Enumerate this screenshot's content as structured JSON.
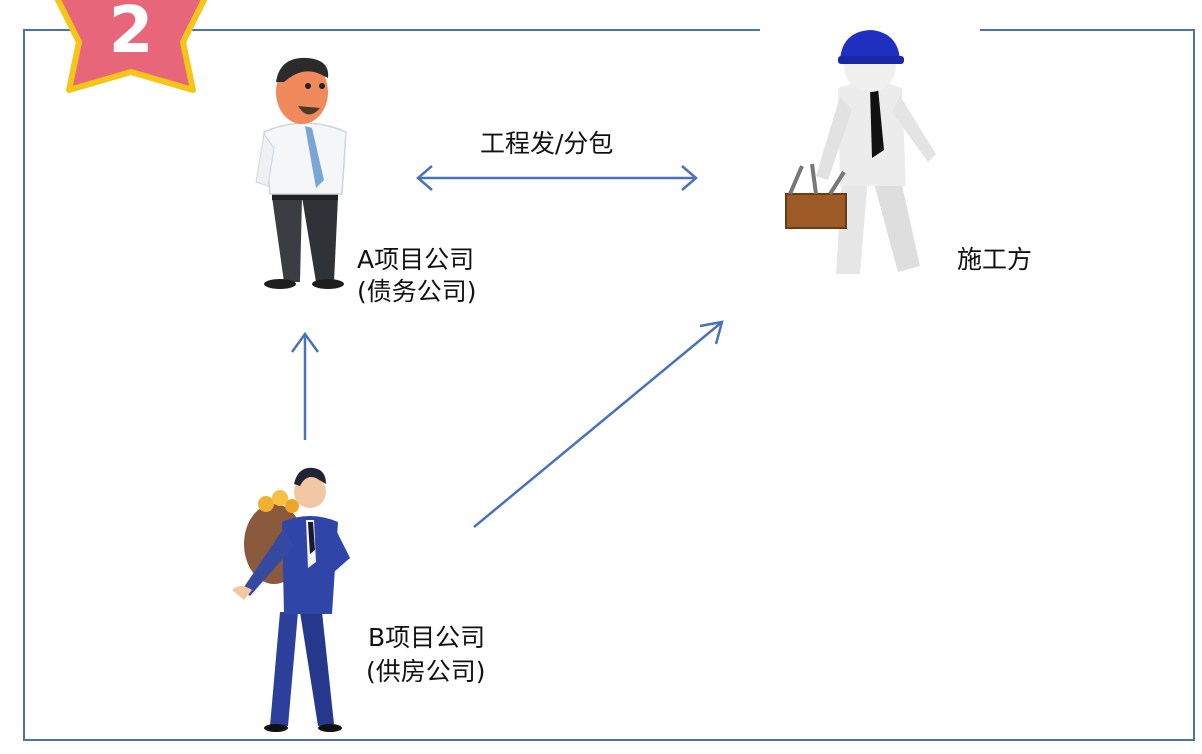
{
  "badge": {
    "number": "2",
    "icon": "star-badge-icon"
  },
  "edge_label": "工程发/分包",
  "nodes": {
    "a_company": {
      "line1": "A项目公司",
      "line2": "(债务公司)",
      "icon": "businessman-icon"
    },
    "b_company": {
      "line1": "B项目公司",
      "line2": "(供房公司)",
      "icon": "businessman-with-money-bag-icon"
    },
    "contractor": {
      "line1": "施工方",
      "icon": "construction-worker-icon"
    }
  },
  "colors": {
    "frame": "#4a72b8",
    "arrow": "#4a72b8",
    "badge_fill": "#e8667a",
    "badge_border": "#f5c518"
  }
}
